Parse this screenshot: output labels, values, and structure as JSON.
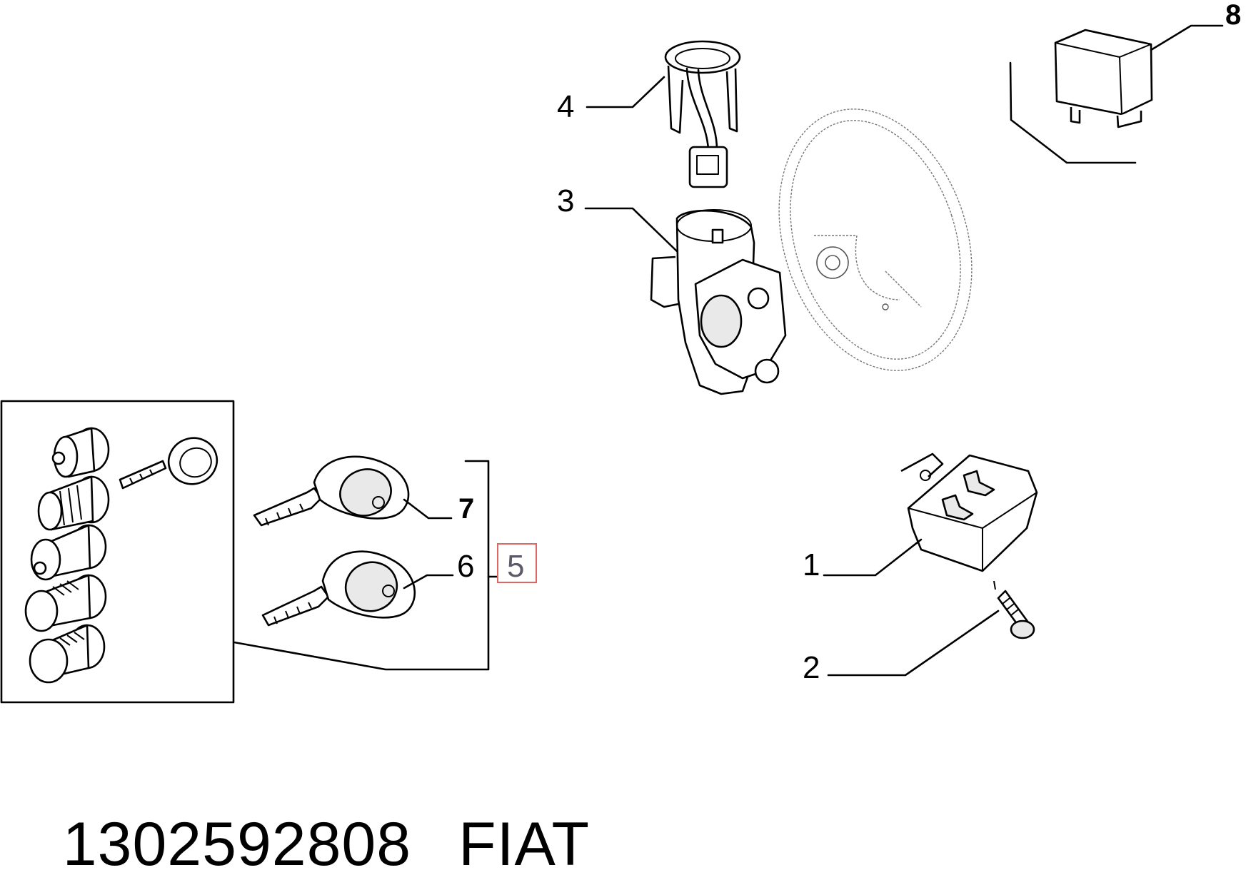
{
  "callouts": {
    "c1": "1",
    "c2": "2",
    "c3": "3",
    "c4": "4",
    "c5": "5",
    "c6": "6",
    "c7": "7",
    "c8": "8"
  },
  "highlight": {
    "label": "5",
    "border_color": "#e06666"
  },
  "footer": {
    "part_number": "1302592808",
    "brand": "FIAT"
  }
}
